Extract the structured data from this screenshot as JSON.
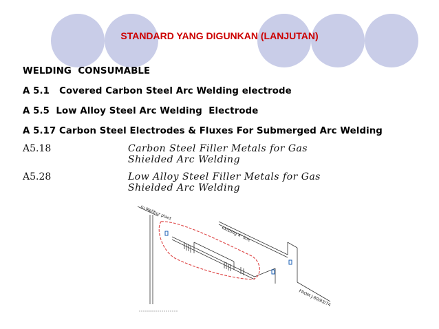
{
  "slide": {
    "title": "STANDARD  YANG DIGUNKAN (LANJUTAN)",
    "heading": "WELDING  CONSUMABLE",
    "lines": [
      "A 5.1   Covered Carbon Steel Arc Welding electrode",
      "A 5.5  Low Alloy Steel Arc Welding  Electrode",
      "A 5.17 Carbon Steel Electrodes & Fluxes For Submerged Arc Welding"
    ],
    "scanned": [
      {
        "code": "A5.18",
        "line1": "Carbon  Steel  Filler  Metals  for  Gas",
        "line2": "Shielded Arc Welding"
      },
      {
        "code": "A5.28",
        "line1": "Low  Alloy  Steel  Filler  Metals  for  Gas",
        "line2": "Shielded Arc Welding"
      }
    ],
    "drawing": {
      "label_plant": "to Melibur plant",
      "label_line": "existing 4\" line",
      "label_from": "FROM J-80/83/74"
    }
  },
  "colors": {
    "title": "#cc0000",
    "circle": "#c9cde8",
    "outline": "#e05050"
  }
}
